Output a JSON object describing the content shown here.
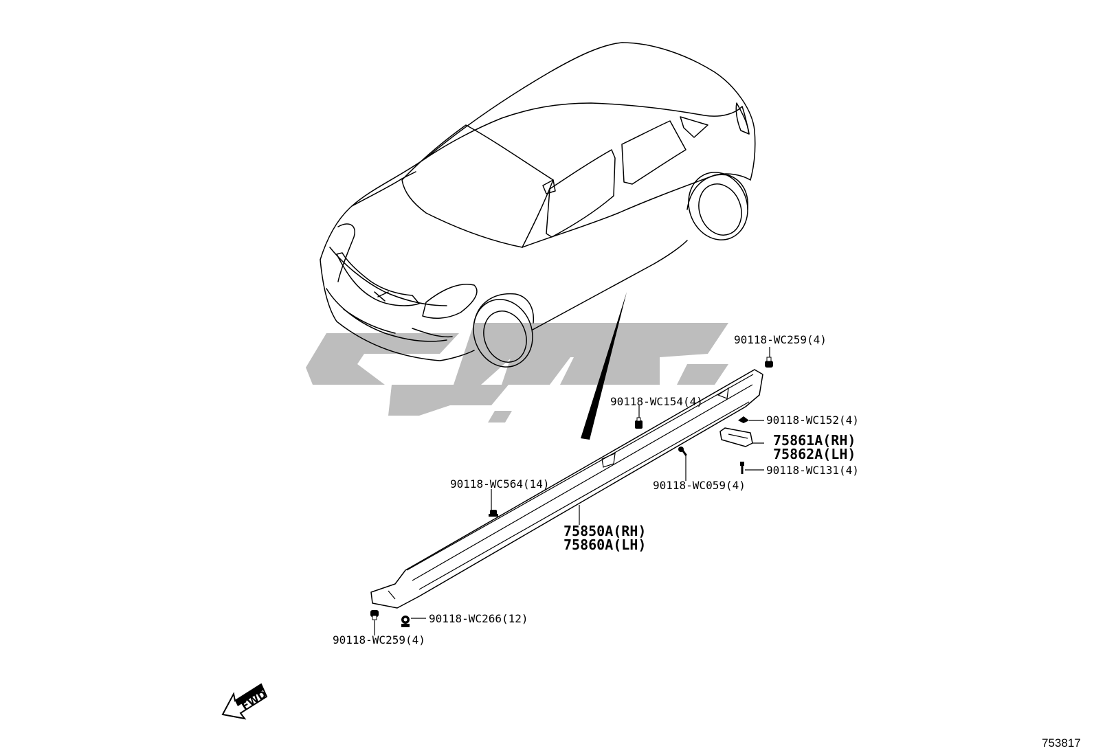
{
  "callouts": {
    "c_wc259_top": "90118-WC259(4)",
    "c_wc154": "90118-WC154(4)",
    "c_wc152": "90118-WC152(4)",
    "c_75861": "75861A(RH)",
    "c_75862": "75862A(LH)",
    "c_wc131": "90118-WC131(4)",
    "c_wc059": "90118-WC059(4)",
    "c_wc564": "90118-WC564(14)",
    "c_75850": "75850A(RH)",
    "c_75860": "75860A(LH)",
    "c_wc266": "90118-WC266(12)",
    "c_wc259_bottom": "90118-WC259(4)"
  },
  "fwd_label": "FWD",
  "figure_number": "753817",
  "colors": {
    "linework": "#000000",
    "watermark": "#bdbdbd",
    "background": "#ffffff"
  }
}
